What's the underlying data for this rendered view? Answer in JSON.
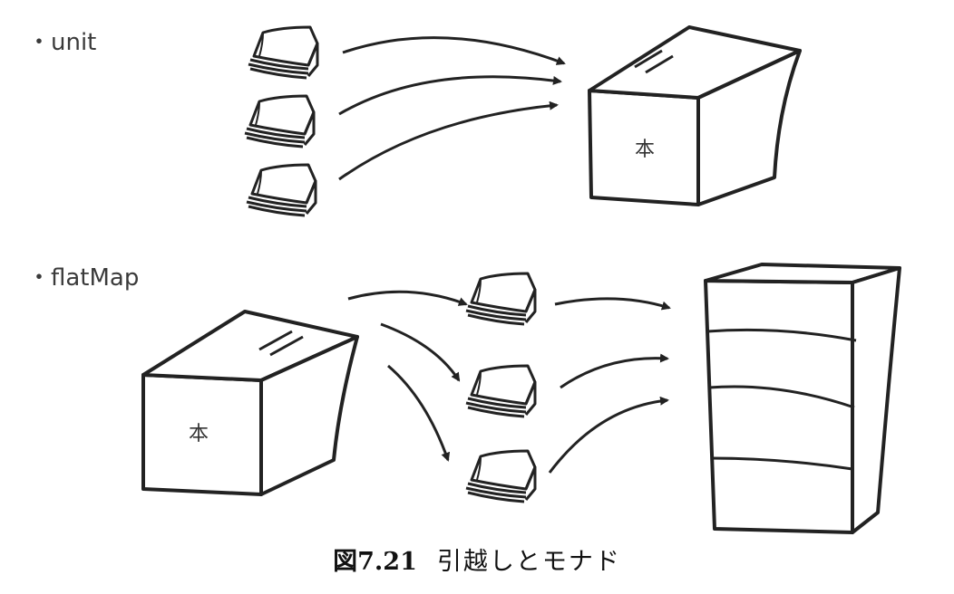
{
  "sections": {
    "unit": {
      "label": "・unit"
    },
    "flatmap": {
      "label": "・flatMap"
    }
  },
  "box": {
    "label": "本"
  },
  "caption": {
    "figure_number": "図7.21",
    "title": "引越しとモナド"
  },
  "colors": {
    "ink": "#222222",
    "background": "#ffffff"
  },
  "icons": {
    "book": "book-stack-icon",
    "box": "cardboard-box-icon",
    "shelf": "bookshelf-icon",
    "arrow": "arrow-icon"
  }
}
